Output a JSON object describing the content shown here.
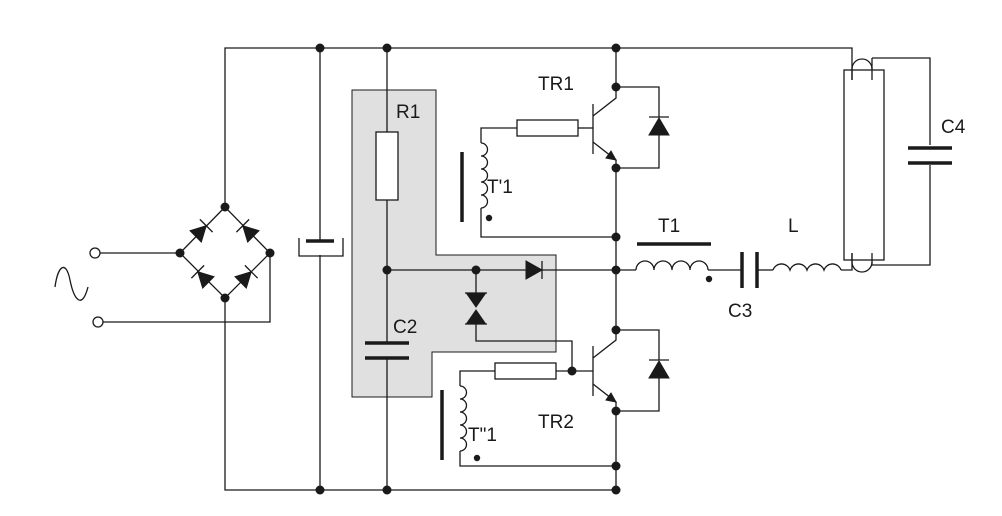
{
  "labels": {
    "tr1": "TR1",
    "tr2": "TR2",
    "r1": "R1",
    "c2": "C2",
    "t1_primary": "T'1",
    "t1_secondary": "T\"1",
    "t1": "T1",
    "l": "L",
    "c3": "C3",
    "c4": "C4"
  },
  "colors": {
    "wire": "#1a1a1a",
    "shaded_region": "#e0e0e0",
    "background": "#ffffff"
  }
}
